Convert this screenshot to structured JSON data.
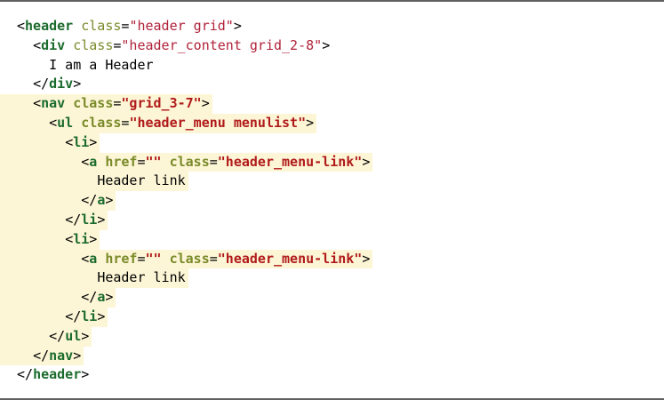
{
  "code_lines": [
    {
      "indent": "",
      "highlight": false,
      "segments": [
        {
          "t": "punct",
          "v": "<"
        },
        {
          "t": "tag",
          "v": "header"
        },
        {
          "t": "punct",
          "v": " "
        },
        {
          "t": "attr",
          "v": "class"
        },
        {
          "t": "punct",
          "v": "="
        },
        {
          "t": "val",
          "v": "\"header grid\""
        },
        {
          "t": "punct",
          "v": ">"
        }
      ]
    },
    {
      "indent": "  ",
      "highlight": false,
      "segments": [
        {
          "t": "punct",
          "v": "<"
        },
        {
          "t": "tag",
          "v": "div"
        },
        {
          "t": "punct",
          "v": " "
        },
        {
          "t": "attr",
          "v": "class"
        },
        {
          "t": "punct",
          "v": "="
        },
        {
          "t": "val",
          "v": "\"header_content grid_2-8\""
        },
        {
          "t": "punct",
          "v": ">"
        }
      ]
    },
    {
      "indent": "    ",
      "highlight": false,
      "segments": [
        {
          "t": "punct",
          "v": "I am a Header"
        }
      ]
    },
    {
      "indent": "  ",
      "highlight": false,
      "segments": [
        {
          "t": "punct",
          "v": "</"
        },
        {
          "t": "tag",
          "v": "div"
        },
        {
          "t": "punct",
          "v": ">"
        }
      ]
    },
    {
      "indent": "  ",
      "highlight": true,
      "segments": [
        {
          "t": "punct",
          "v": "<"
        },
        {
          "t": "tag",
          "v": "nav"
        },
        {
          "t": "punct",
          "v": " "
        },
        {
          "t": "attr",
          "v": "class"
        },
        {
          "t": "punct",
          "v": "="
        },
        {
          "t": "val",
          "v": "\"grid_3-7\""
        },
        {
          "t": "punct",
          "v": ">"
        }
      ]
    },
    {
      "indent": "    ",
      "highlight": true,
      "segments": [
        {
          "t": "punct",
          "v": "<"
        },
        {
          "t": "tag",
          "v": "ul"
        },
        {
          "t": "punct",
          "v": " "
        },
        {
          "t": "attr",
          "v": "class"
        },
        {
          "t": "punct",
          "v": "="
        },
        {
          "t": "val",
          "v": "\"header_menu menulist\""
        },
        {
          "t": "punct",
          "v": ">"
        }
      ]
    },
    {
      "indent": "      ",
      "highlight": true,
      "segments": [
        {
          "t": "punct",
          "v": "<"
        },
        {
          "t": "tag",
          "v": "li"
        },
        {
          "t": "punct",
          "v": ">"
        }
      ]
    },
    {
      "indent": "        ",
      "highlight": true,
      "segments": [
        {
          "t": "punct",
          "v": "<"
        },
        {
          "t": "tag",
          "v": "a"
        },
        {
          "t": "punct",
          "v": " "
        },
        {
          "t": "attr",
          "v": "href"
        },
        {
          "t": "punct",
          "v": "="
        },
        {
          "t": "val",
          "v": "\"\""
        },
        {
          "t": "punct",
          "v": " "
        },
        {
          "t": "attr",
          "v": "class"
        },
        {
          "t": "punct",
          "v": "="
        },
        {
          "t": "val",
          "v": "\"header_menu-link\""
        },
        {
          "t": "punct",
          "v": ">"
        }
      ]
    },
    {
      "indent": "          ",
      "highlight": true,
      "segments": [
        {
          "t": "punct",
          "v": "Header link"
        }
      ]
    },
    {
      "indent": "        ",
      "highlight": true,
      "segments": [
        {
          "t": "punct",
          "v": "</"
        },
        {
          "t": "tag",
          "v": "a"
        },
        {
          "t": "punct",
          "v": ">"
        }
      ]
    },
    {
      "indent": "      ",
      "highlight": true,
      "segments": [
        {
          "t": "punct",
          "v": "</"
        },
        {
          "t": "tag",
          "v": "li"
        },
        {
          "t": "punct",
          "v": ">"
        }
      ]
    },
    {
      "indent": "      ",
      "highlight": true,
      "segments": [
        {
          "t": "punct",
          "v": "<"
        },
        {
          "t": "tag",
          "v": "li"
        },
        {
          "t": "punct",
          "v": ">"
        }
      ]
    },
    {
      "indent": "        ",
      "highlight": true,
      "segments": [
        {
          "t": "punct",
          "v": "<"
        },
        {
          "t": "tag",
          "v": "a"
        },
        {
          "t": "punct",
          "v": " "
        },
        {
          "t": "attr",
          "v": "href"
        },
        {
          "t": "punct",
          "v": "="
        },
        {
          "t": "val",
          "v": "\"\""
        },
        {
          "t": "punct",
          "v": " "
        },
        {
          "t": "attr",
          "v": "class"
        },
        {
          "t": "punct",
          "v": "="
        },
        {
          "t": "val",
          "v": "\"header_menu-link\""
        },
        {
          "t": "punct",
          "v": ">"
        }
      ]
    },
    {
      "indent": "          ",
      "highlight": true,
      "segments": [
        {
          "t": "punct",
          "v": "Header link"
        }
      ]
    },
    {
      "indent": "        ",
      "highlight": true,
      "segments": [
        {
          "t": "punct",
          "v": "</"
        },
        {
          "t": "tag",
          "v": "a"
        },
        {
          "t": "punct",
          "v": ">"
        }
      ]
    },
    {
      "indent": "      ",
      "highlight": true,
      "segments": [
        {
          "t": "punct",
          "v": "</"
        },
        {
          "t": "tag",
          "v": "li"
        },
        {
          "t": "punct",
          "v": ">"
        }
      ]
    },
    {
      "indent": "    ",
      "highlight": true,
      "segments": [
        {
          "t": "punct",
          "v": "</"
        },
        {
          "t": "tag",
          "v": "ul"
        },
        {
          "t": "punct",
          "v": ">"
        }
      ]
    },
    {
      "indent": "  ",
      "highlight": true,
      "segments": [
        {
          "t": "punct",
          "v": "</"
        },
        {
          "t": "tag",
          "v": "nav"
        },
        {
          "t": "punct",
          "v": ">"
        }
      ]
    },
    {
      "indent": "",
      "highlight": false,
      "segments": [
        {
          "t": "punct",
          "v": "</"
        },
        {
          "t": "tag",
          "v": "header"
        },
        {
          "t": "punct",
          "v": ">"
        }
      ]
    }
  ],
  "colors": {
    "tag": "#1b6b2c",
    "attribute": "#7a8a2a",
    "value": "#b0223a",
    "highlight_background": "#fdf6d6",
    "border": "#606060"
  }
}
